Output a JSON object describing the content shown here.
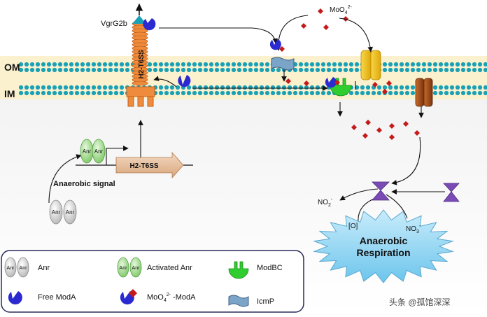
{
  "labels": {
    "vgrg2b": "VgrG2b",
    "moo4_prefix": "MoO",
    "moo4_sub": "4",
    "moo4_sup": "2-",
    "om": "OM",
    "im": "IM",
    "h2t6ss_tube": "H2-T6SS",
    "h2t6ss_gene": "H2-T6SS",
    "anr": "Anr",
    "anaerobic_signal": "Anaerobic signal",
    "no2": "NO",
    "no2_sub": "2",
    "no2_sup": "-",
    "no3": "NO",
    "no3_sub": "3",
    "no3_sup": "-",
    "o_bracket": "[O]",
    "anaerobic_respiration_1": "Anaerobic",
    "anaerobic_respiration_2": "Respiration"
  },
  "legend": {
    "anr": "Anr",
    "activated_anr": "Activated Anr",
    "modbc": "ModBC",
    "free_moda": "Free ModA",
    "moo4_moda_prefix": "MoO",
    "moo4_moda_sub": "4",
    "moo4_moda_sup": "2-",
    "moo4_moda_suffix": " -ModA",
    "icmp": "IcmP"
  },
  "watermark": "头条 @孤馆深深",
  "colors": {
    "membrane_band": "#fbf1cf",
    "lipid_head": "#1aa1b6",
    "orange": "#ef8b3c",
    "modA": "#2a2ad0",
    "molybdate": "#c41a1a",
    "modbc": "#2fcd2f",
    "channel_yellow": "#f2c21b",
    "channel_brown": "#a24a1c",
    "hourglass": "#7b4bb5",
    "burst": "#86cfee",
    "green_oval": "#9fd98c",
    "grey_oval": "#cfcfcf"
  }
}
